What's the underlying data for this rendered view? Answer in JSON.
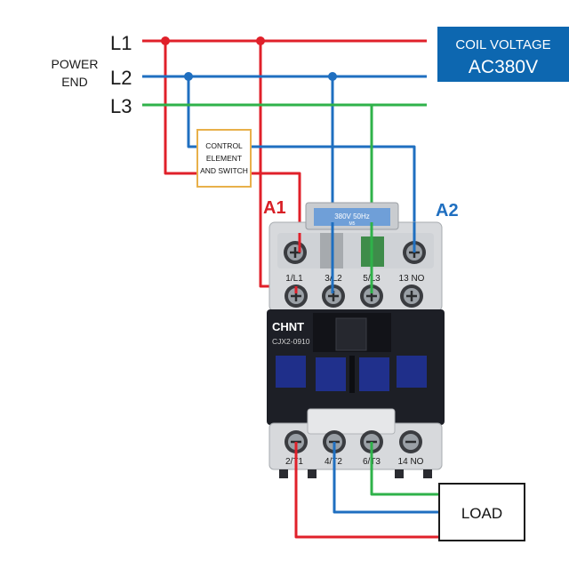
{
  "lines": {
    "l1": "L1",
    "l2": "L2",
    "l3": "L3"
  },
  "power_end": {
    "line1": "POWER",
    "line2": "END"
  },
  "coil_voltage": {
    "title": "COIL VOLTAGE",
    "value": "AC380V",
    "background": "#0d67b0"
  },
  "control_box": {
    "line1": "CONTROL",
    "line2": "ELEMENT",
    "line3": "AND SWITCH",
    "border": "#e8b04a"
  },
  "coil_terminals": {
    "a1": "A1",
    "a2": "A2"
  },
  "contactor": {
    "brand": "CHNT",
    "model": "CJX2-0910",
    "label_plate": "380V 50Hz",
    "label_plate_sub": "M5",
    "top_terminals": [
      "1/L1",
      "3/L2",
      "5/L3",
      "13 NO"
    ],
    "bottom_terminals": [
      "2/T1",
      "4/T2",
      "6/T3",
      "14 NO"
    ]
  },
  "load": {
    "label": "LOAD"
  },
  "wire_colors": {
    "l1": "#e0202a",
    "l2": "#1f6fc0",
    "l3": "#2fb24a"
  }
}
